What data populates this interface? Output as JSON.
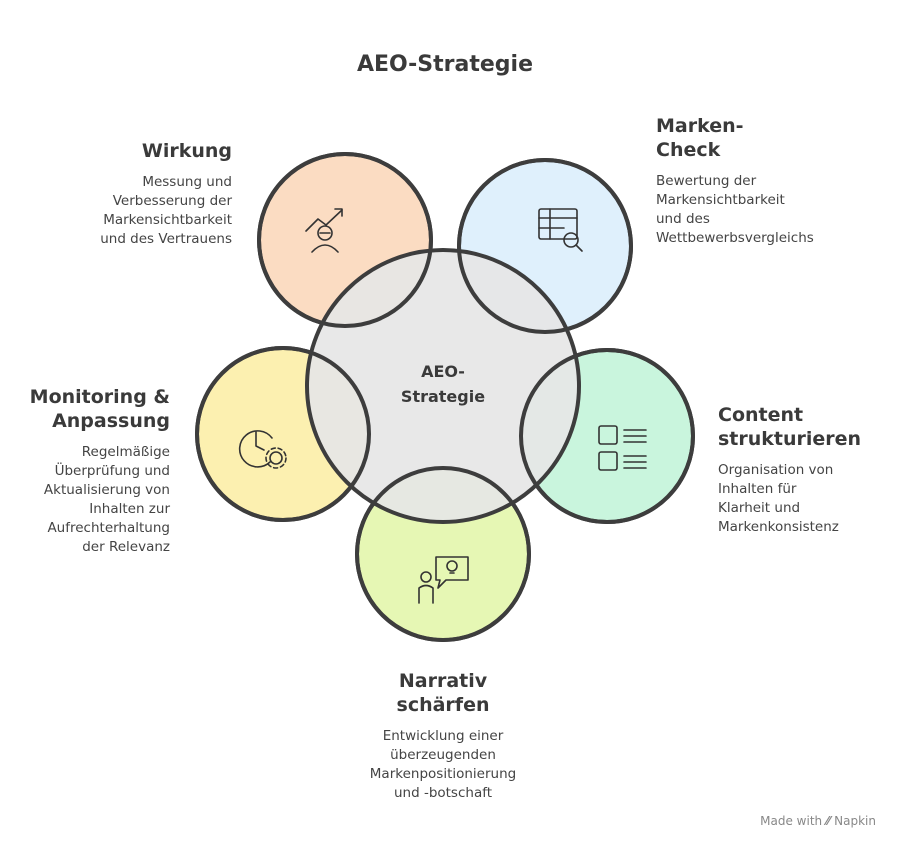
{
  "title": "AEO-Strategie",
  "center_label": "AEO-\nStrategie",
  "colors": {
    "wirkung": "#fbdcc2",
    "marken_check": "#dff0fc",
    "monitoring": "#fcf0b0",
    "content": "#c9f5dd",
    "narrativ": "#e6f7b4",
    "center": "#e6e6e6",
    "stroke": "#3d3d3d"
  },
  "steps": {
    "wirkung": {
      "title": "Wirkung",
      "description": "Messung und\nVerbesserung der\nMarkensichtbarkeit\nund des Vertrauens",
      "icon": "chart-growth-person-icon"
    },
    "marken_check": {
      "title": "Marken-\nCheck",
      "description": "Bewertung der\nMarkensichtbarkeit\nund des\nWettbewerbsvergleichs",
      "icon": "table-search-icon"
    },
    "monitoring": {
      "title": "Monitoring &\nAnpassung",
      "description": "Regelmäßige\nÜberprüfung und\nAktualisierung von\nInhalten zur\nAufrechterhaltung\nder Relevanz",
      "icon": "clock-gear-icon"
    },
    "content": {
      "title": "Content\nstrukturieren",
      "description": "Organisation von\nInhalten für\nKlarheit und\nMarkenkonsistenz",
      "icon": "checklist-icon"
    },
    "narrativ": {
      "title": "Narrativ\nschärfen",
      "description": "Entwicklung einer\nüberzeugenden\nMarkenpositionierung\nund -botschaft",
      "icon": "person-idea-icon"
    }
  },
  "footer": {
    "prefix": "Made with",
    "brand": "Napkin"
  }
}
